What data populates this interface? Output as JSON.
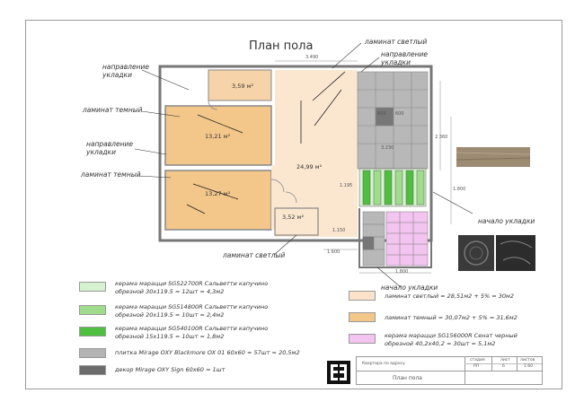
{
  "plan": {
    "title": "План пола",
    "labels": {
      "laminate_light_top": "ламинат светлый",
      "direction_right": "направление\nукладки",
      "direction_left1": "направление\nукладки",
      "laminate_dark1": "ламинат темный",
      "direction_left2": "направление\nукладки",
      "laminate_dark2": "ламинат темный",
      "laminate_light_bottom": "ламинат светлый",
      "start_right": "начало укладки",
      "start_bottom": "начало укладки"
    },
    "rooms": {
      "r1": "3,59 м²",
      "r2": "13,21 м²",
      "r3": "13,27 м²",
      "r4": "24,99 м²",
      "r5": "3,52 м²"
    },
    "dims": {
      "d1": "3.490",
      "d2": "600",
      "d3": "600",
      "d4": "2.360",
      "d5": "3.230",
      "d6": "1.800",
      "d7": "1.195",
      "d8": "1.600",
      "d9": "1.800",
      "d10": "1.150"
    }
  },
  "legend": {
    "items": [
      {
        "text": "керама марацци SG522700R Сальветти капучино\nобрезной 30х119.5 = 12шт = 4,3м2",
        "color": "#d6f2d0"
      },
      {
        "text": "керама марацци SG514800R Сальветти капучино\nобрезной 20х119.5 = 10шт = 2,4м2",
        "color": "#9fdc8c"
      },
      {
        "text": "керама марацци SG540100R Сальветти капучино\nобрезной 15х119.5 = 10шт = 1,8м2",
        "color": "#4fbf3f"
      },
      {
        "text": "плитка Mirage OXY Blackmore OX 01 60х60 = 57шт = 20,5м2",
        "color": "#b4b4b4"
      },
      {
        "text": "декор Mirage OXY Sign 60х60 = 1шт",
        "color": "#6c6c6c"
      },
      {
        "text": "ламинат светлый = 28,51м2 + 5% = 30м2",
        "color": "#fbe2c8"
      },
      {
        "text": "ламинат темный = 30,07м2 + 5% = 31,6м2",
        "color": "#f3c68a"
      },
      {
        "text": "керама марацци SG156000R Сенат черный\nобрезной 40,2х40,2 = 30шт = 5,1м2",
        "color": "#f2c4ef"
      }
    ]
  },
  "stamp": {
    "c1": "Квартира по адресу",
    "c2": "План пола",
    "h1": "стадия",
    "h2": "лист",
    "h3": "листов",
    "v1": "РП",
    "v2": "6",
    "v3": "1:60"
  }
}
